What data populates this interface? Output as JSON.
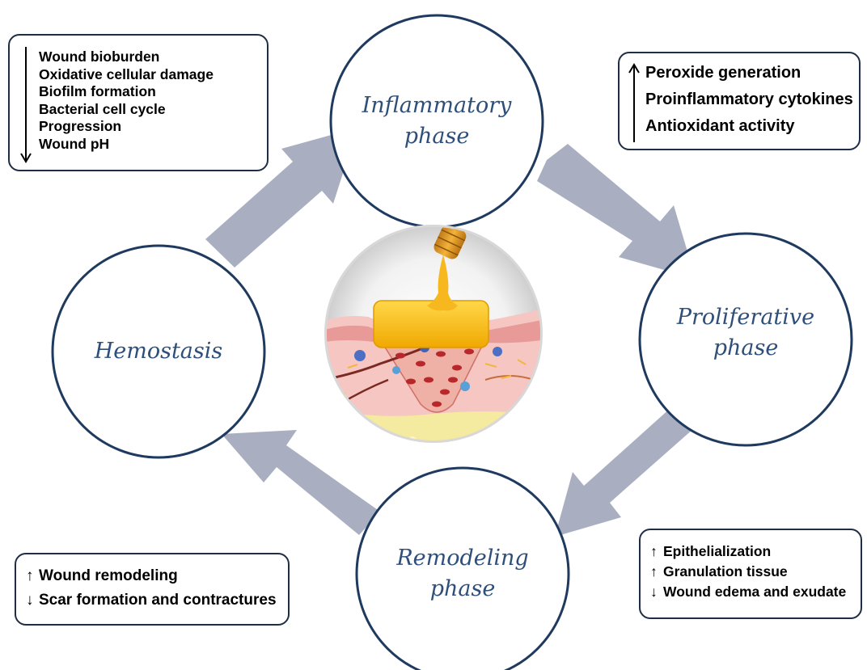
{
  "phases": {
    "inflammatory": {
      "line1": "Inflammatory",
      "line2": "phase"
    },
    "proliferative": {
      "line1": "Proliferative",
      "line2": "phase"
    },
    "remodeling": {
      "line1": "Remodeling",
      "line2": "phase"
    },
    "hemostasis": {
      "line1": "Hemostasis"
    }
  },
  "boxes": {
    "top_left": {
      "direction": "decrease",
      "items": [
        "Wound bioburden",
        "Oxidative cellular damage",
        "Biofilm formation",
        "Bacterial cell cycle",
        "Progression",
        "Wound pH"
      ]
    },
    "top_right": {
      "direction": "increase",
      "items": [
        "Peroxide generation",
        "Proinflammatory cytokines",
        "Antioxidant activity"
      ]
    },
    "bottom_right": {
      "items": [
        {
          "arrow": "↑",
          "text": "Epithelialization"
        },
        {
          "arrow": "↑",
          "text": "Granulation tissue"
        },
        {
          "arrow": "↓",
          "text": "Wound edema and exudate"
        }
      ]
    },
    "bottom_left": {
      "items": [
        {
          "arrow": "↑",
          "text": "Wound remodeling"
        },
        {
          "arrow": "↓",
          "text": "Scar formation and contractures"
        }
      ]
    }
  },
  "colors": {
    "circle_border": "#1f3a5f",
    "phase_text": "#2e4f7a",
    "flow_arrow": "#a9afc1",
    "box_border": "#1f2d45"
  }
}
